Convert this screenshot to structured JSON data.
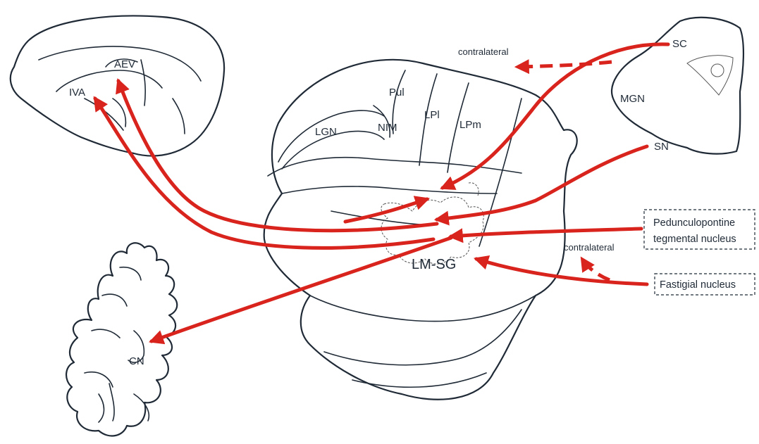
{
  "colors": {
    "arrow": "#d9231d",
    "outline": "#1f2a36"
  },
  "labels": {
    "aev": "AEV",
    "iva": "IVA",
    "pul": "Pul",
    "lgn": "LGN",
    "nim": "NIM",
    "lpl": "LPl",
    "lpm": "LPm",
    "lm_sg": "LM-SG",
    "sc": "SC",
    "mgn": "MGN",
    "sn": "SN",
    "cn": "CN",
    "contralateral_top": "contralateral",
    "contralateral_bottom": "contralateral"
  },
  "boxes": {
    "pedunculopontine_line1": "Pedunculopontine",
    "pedunculopontine_line2": "tegmental nucleus",
    "fastigial": "Fastigial nucleus"
  }
}
